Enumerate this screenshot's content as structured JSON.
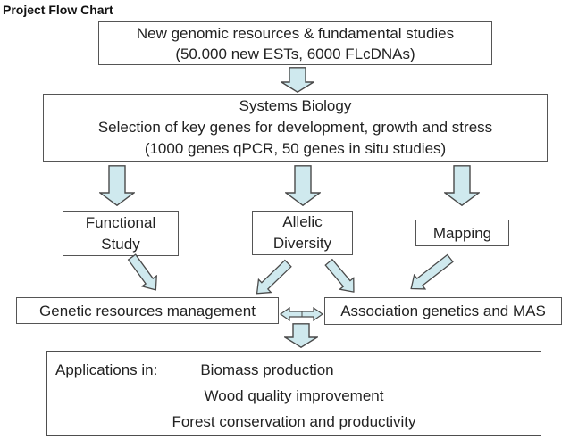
{
  "title": "Project Flow Chart",
  "colors": {
    "arrow_fill": "#cfe9ee",
    "arrow_stroke": "#4a4a4a",
    "box_border": "#555555",
    "text": "#222222",
    "background": "#ffffff"
  },
  "boxes": {
    "genomic": {
      "line1": "New genomic resources & fundamental studies",
      "line2": "(50.000 new ESTs, 6000 FLcDNAs)"
    },
    "systems": {
      "line1": "Systems Biology",
      "line2": "Selection of key genes for development, growth and stress",
      "line3": "(1000 genes qPCR, 50 genes in situ studies)"
    },
    "functional": {
      "line1": "Functional",
      "line2": "Study"
    },
    "allelic": {
      "line1": "Allelic",
      "line2": "Diversity"
    },
    "mapping": {
      "label": "Mapping"
    },
    "genetic": {
      "label": "Genetic resources management"
    },
    "association": {
      "label": "Association genetics and MAS"
    },
    "applications": {
      "prefix": "Applications in:",
      "item1": "Biomass production",
      "item2": "Wood quality improvement",
      "item3": "Forest conservation and productivity"
    }
  }
}
